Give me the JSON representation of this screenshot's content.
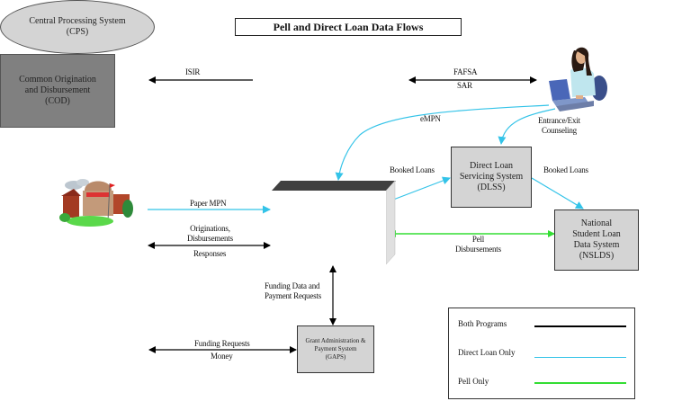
{
  "title": "Pell and Direct Loan Data Flows",
  "nodes": {
    "cps": {
      "label": "Central Processing System\n(CPS)"
    },
    "cod": {
      "label": "Common Origination\nand Disbursement\n(COD)"
    },
    "dlss": {
      "label": "Direct Loan\nServicing System\n(DLSS)"
    },
    "nslds": {
      "label": "National\nStudent Loan\nData System\n(NSLDS)"
    },
    "gaps": {
      "label": "Grant Administration &\nPayment System\n(GAPS)"
    },
    "student": {
      "label": "student-at-laptop-illustration"
    },
    "school": {
      "label": "college-building-illustration"
    }
  },
  "flow_labels": {
    "isir": "ISIR",
    "fafsa": "FAFSA",
    "sar": "SAR",
    "empn": "eMPN",
    "counseling": "Entrance/Exit\nCounseling",
    "booked_loans_cod_dlss": "Booked Loans",
    "booked_loans_dlss_nslds": "Booked Loans",
    "paper_mpn": "Paper MPN",
    "originations": "Originations,\nDisbursements",
    "responses": "Responses",
    "pell_disbursements": "Pell\nDisbursements",
    "funding_data": "Funding Data and\nPayment Requests",
    "funding_requests": "Funding Requests",
    "money": "Money"
  },
  "legend": {
    "items": [
      {
        "label": "Both Programs",
        "color": "#000000"
      },
      {
        "label": "Direct Loan Only",
        "color": "#33c3e8"
      },
      {
        "label": "Pell Only",
        "color": "#33dd33"
      }
    ]
  },
  "colors": {
    "both": "#000000",
    "direct_loan": "#33c3e8",
    "pell": "#33dd33"
  }
}
